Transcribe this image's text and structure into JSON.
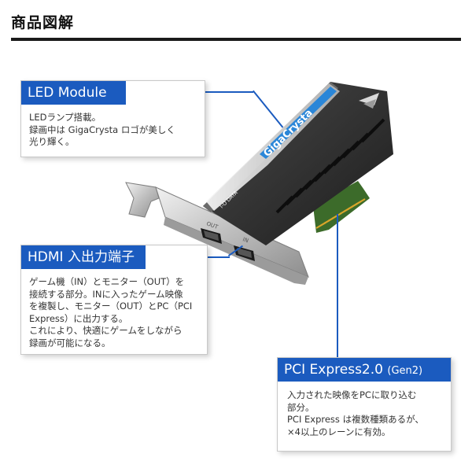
{
  "header": {
    "title": "商品図解"
  },
  "callouts": {
    "led": {
      "title": "LED Module",
      "body_lines": [
        "LEDランプ搭載。",
        "録画中は GigaCrysta ロゴが美しく",
        "光り輝く。"
      ]
    },
    "hdmi": {
      "title": "HDMI 入出力端子",
      "body_lines": [
        "ゲーム機（IN）とモニター（OUT）を",
        "接続する部分。INに入ったゲーム映像",
        "を複製し、モニター（OUT）とPC（PCI",
        "Express）に出力する。",
        "これにより、快適にゲームをしながら",
        "録画が可能になる。"
      ]
    },
    "pci": {
      "title": "PCI Express2.0",
      "title_suffix": "(Gen2)",
      "body_lines": [
        "入力された映像をPCに取り込む",
        "部分。",
        "PCI Express は複数種類あるが、",
        "×4以上のレーンに有効。"
      ]
    }
  },
  "product": {
    "logo_text": "GigaCrysta",
    "brand_text": "I-O DATA",
    "port_labels": {
      "out": "OUT",
      "in": "IN"
    }
  },
  "colors": {
    "accent": "#1b5bbf",
    "card_body": "#2b2b2b",
    "bracket": "#c9c9c9"
  }
}
